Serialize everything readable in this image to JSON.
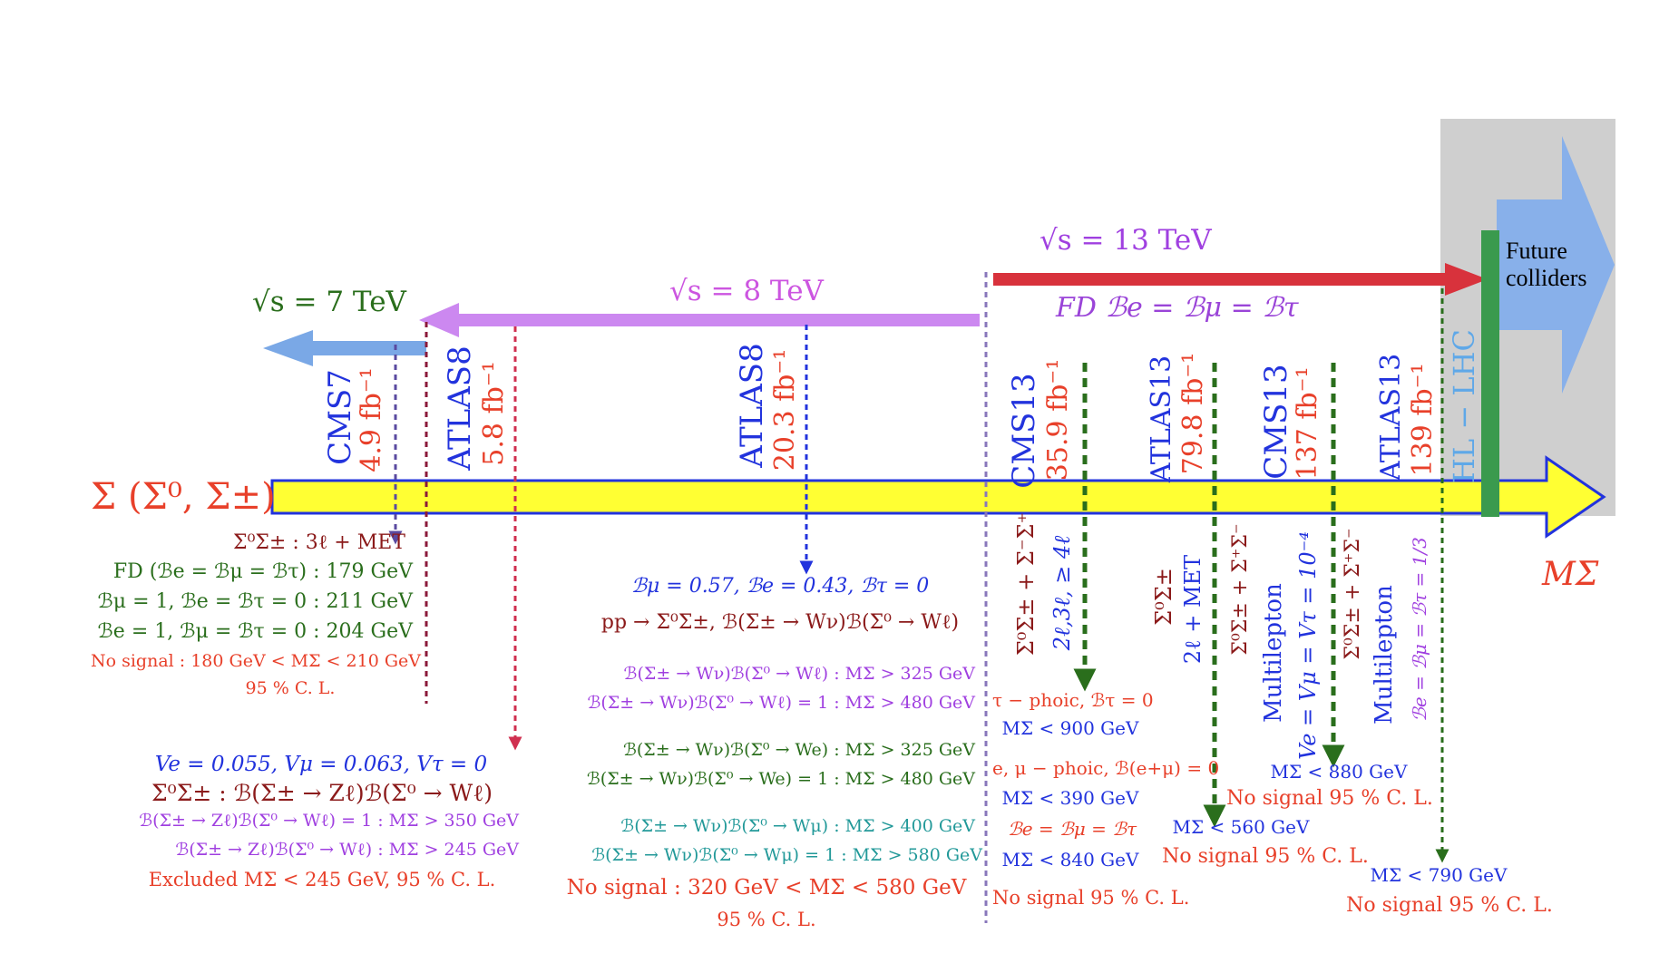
{
  "colors": {
    "yellow_arrow_fill": "#ffff33",
    "yellow_arrow_edge": "#2233dd",
    "arrow_7tev": "#7aa8e6",
    "arrow_8tev": "#cc88f0",
    "arrow_13tev": "#d8323c",
    "future_block": "#cfcfcf",
    "future_arrow": "#88b0ea",
    "hl_lhc_bar": "#3a9a4e"
  },
  "axis": {
    "particle": "Σ (Σ⁰, Σ±)",
    "mass_label": "MΣ"
  },
  "energies": {
    "e7": "√s = 7 TeV",
    "e8": "√s = 8 TeV",
    "e13": "√s = 13 TeV",
    "fd_line": "FD   ℬe = ℬμ = ℬτ"
  },
  "future": {
    "label_line1": "Future",
    "label_line2": "colliders",
    "hl_lhc": "HL − LHC"
  },
  "experiments": [
    {
      "name": "CMS7",
      "lumi": "4.9 fb⁻¹"
    },
    {
      "name": "ATLAS8",
      "lumi": "5.8 fb⁻¹"
    },
    {
      "name": "ATLAS8",
      "lumi": "20.3 fb⁻¹"
    },
    {
      "name": "CMS13",
      "lumi": "35.9 fb⁻¹"
    },
    {
      "name": "ATLAS13",
      "lumi": "79.8 fb⁻¹"
    },
    {
      "name": "CMS13",
      "lumi": "137 fb⁻¹"
    },
    {
      "name": "ATLAS13",
      "lumi": "139 fb⁻¹"
    }
  ],
  "cms7_result": {
    "channel": "Σ⁰Σ± : 3ℓ + MET",
    "lines": [
      "FD (ℬe = ℬμ = ℬτ) :  179 GeV",
      "ℬμ = 1, ℬe = ℬτ = 0 :  211 GeV",
      "ℬe = 1, ℬμ = ℬτ = 0 :  204 GeV"
    ],
    "nosignal": "No signal : 180 GeV < MΣ < 210 GeV",
    "cl": "95 % C. L."
  },
  "atlas8a_result": {
    "mixing": "Ve = 0.055,  Vμ = 0.063,  Vτ = 0",
    "process": "Σ⁰Σ± : ℬ(Σ± → Zℓ)ℬ(Σ⁰ → Wℓ)",
    "lines": [
      "ℬ(Σ± → Zℓ)ℬ(Σ⁰ → Wℓ) = 1 : MΣ >  350 GeV",
      "ℬ(Σ± → Zℓ)ℬ(Σ⁰ → Wℓ) : MΣ >  245 GeV"
    ],
    "excluded": "Excluded MΣ < 245 GeV, 95 % C. L."
  },
  "atlas8b_result": {
    "branching": "ℬμ = 0.57,  ℬe = 0.43,  ℬτ = 0",
    "process": "pp → Σ⁰Σ±, ℬ(Σ± → Wν)ℬ(Σ⁰ → Wℓ)",
    "group_l": [
      "ℬ(Σ± → Wν)ℬ(Σ⁰ → Wℓ) : MΣ >  325 GeV",
      "ℬ(Σ± → Wν)ℬ(Σ⁰ → Wℓ) = 1 : MΣ >  480 GeV"
    ],
    "group_e": [
      "ℬ(Σ± → Wν)ℬ(Σ⁰ → We) : MΣ >  325 GeV",
      "ℬ(Σ± → Wν)ℬ(Σ⁰ → We) = 1 : MΣ >  480 GeV"
    ],
    "group_mu": [
      "ℬ(Σ± → Wν)ℬ(Σ⁰ → Wμ) : MΣ >  400 GeV",
      "ℬ(Σ± → Wν)ℬ(Σ⁰ → Wμ) = 1 : MΣ >  580 GeV"
    ],
    "nosignal": "No signal :  320 GeV < MΣ < 580 GeV",
    "cl": "95 % C. L."
  },
  "cms13a_result": {
    "process": "Σ⁰Σ± + Σ⁻Σ⁺",
    "channel": "2ℓ,3ℓ, ≥ 4ℓ",
    "lines": [
      "τ − phoic, ℬτ = 0",
      "MΣ < 900 GeV",
      "e, μ − phoic, ℬ(e+μ) = 0",
      "MΣ < 390 GeV",
      "ℬe = ℬμ = ℬτ",
      "MΣ < 840 GeV"
    ],
    "nosignal": "No signal 95 % C. L."
  },
  "atlas13a_result": {
    "process": "Σ⁰Σ±",
    "channel": "2ℓ + MET",
    "limit": "MΣ < 560 GeV",
    "nosignal": "No signal 95 % C. L."
  },
  "cms13b_result": {
    "process": "Σ⁰Σ± + Σ⁺Σ⁻",
    "channel": "Multilepton",
    "mixing": "Ve = Vμ = Vτ = 10⁻⁴",
    "limit": "MΣ < 880 GeV",
    "nosignal": "No signal 95 % C. L."
  },
  "atlas13b_result": {
    "process": "Σ⁰Σ± + Σ⁺Σ⁻",
    "channel": "Multilepton",
    "branching": "ℬe = ℬμ = ℬτ = 1/3",
    "limit": "MΣ < 790 GeV",
    "nosignal": "No signal  95 % C. L."
  }
}
